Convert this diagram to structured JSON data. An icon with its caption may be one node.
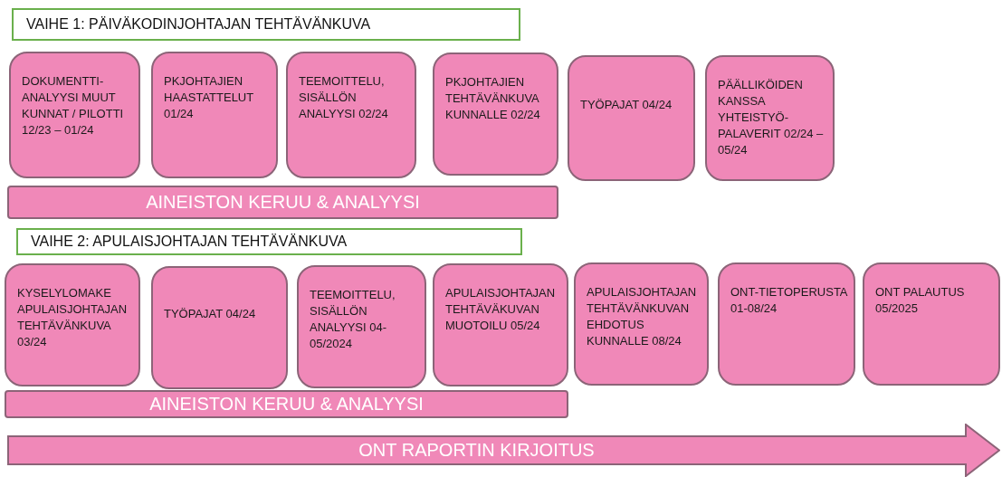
{
  "diagram": {
    "nodes": [
      {
        "text": [
          "VAIHE 1: PÄIVÄKODINJOHTAJAN TEHTÄVÄNKUVA"
        ]
      },
      {
        "text": [
          "DOKUMENTTI-ANALYYSI MUUT KUNNAT / PILOTTI 12/23 – 01/24"
        ]
      },
      {
        "text": [
          "PKJOHTAJIEN HAASTATTELUT 01/24"
        ]
      },
      {
        "text": [
          "TEEMOITTELU, SISÄLLÖN ANALYYSI 02/24"
        ]
      },
      {
        "text": [
          "PKJOHTAJIEN TEHTÄVÄNKUVA KUNNALLE 02/24"
        ]
      },
      {
        "text": [
          "TYÖPAJAT 04/24"
        ]
      },
      {
        "text": [
          "PÄÄLLIKÖIDEN KANSSA YHTEISTYÖ-PALAVERIT 02/24 – 05/24"
        ]
      },
      {
        "text": [
          "AINEISTON KERUU & ANALYYSI"
        ]
      },
      {
        "text": [
          "VAIHE 2: APULAISJOHTAJAN TEHTÄVÄNKUVA"
        ]
      },
      {
        "text": [
          "KYSELYLOMAKE APULAISJOHTAJAN TEHTÄVÄNKUVA 03/24"
        ]
      },
      {
        "text": [
          "TYÖPAJAT 04/24"
        ]
      },
      {
        "text": [
          "TEEMOITTELU, SISÄLLÖN ANALYYSI 04-05/2024"
        ]
      },
      {
        "text": [
          "APULAISJOHTAJAN TEHTÄVÄKUVAN MUOTOILU 05/24"
        ]
      },
      {
        "text": [
          "APULAISJOHTAJAN TEHTÄVÄNKUVAN EHDOTUS KUNNALLE 08/24"
        ]
      },
      {
        "text": [
          "ONT-TIETOPERUSTA 01-08/24"
        ]
      },
      {
        "text": [
          "ONT PALAUTUS 05/2025"
        ]
      },
      {
        "text": [
          "AINEISTON KERUU & ANALYYSI"
        ]
      },
      {
        "text": [
          "ONT RAPORTIN KIRJOITUS"
        ]
      }
    ]
  }
}
